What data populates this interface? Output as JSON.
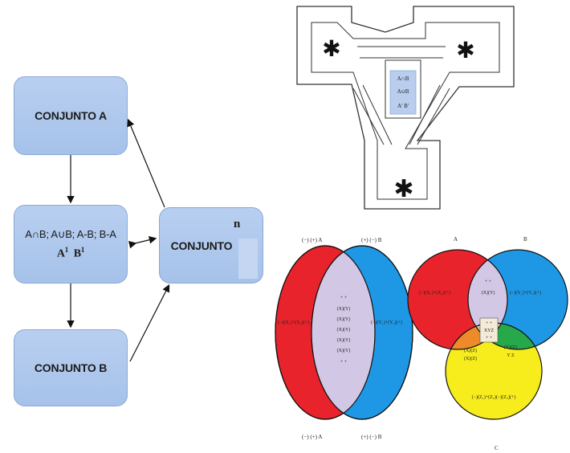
{
  "flow": {
    "set_a": "CONJUNTO A",
    "operations": "A∩B; A∪B; A-B; B-A",
    "complements": {
      "a": "A",
      "b": "B",
      "mark": "1"
    },
    "set_b": "CONJUNTO B",
    "set_n": "CONJUNTO",
    "set_n_sup": "n"
  },
  "maze": {
    "center_box": [
      "A∩B",
      "A∪B",
      "A' B'"
    ],
    "markers": [
      "✱",
      "✱",
      "✱"
    ]
  },
  "venn2": {
    "top_left": "(−) (+) A",
    "top_right": "(+) (−) B",
    "bottom_left": "(−) (+) A",
    "bottom_right": "(+) (−) B",
    "left_region": "(−)(X₁)+(X₂)(+)",
    "right_region": "(−)(Y₁)+(Y₂)(+)",
    "center_region": [
      "+ +",
      "(X)(Y)",
      "(X)(Y)",
      "(X)(Y)",
      "(X)(Y)",
      "(X)(Y)",
      "+ +"
    ],
    "colors": {
      "a": "#e8232b",
      "b": "#1e98e4",
      "intersection": "#d3c7e6"
    }
  },
  "venn3": {
    "label_a": "A",
    "label_b": "B",
    "label_c": "C",
    "a_region": "(−)(X₁)+(X₂)(+)",
    "b_region": "(−)(Y₁)+(Y₂)(+)",
    "c_region": "(−)(Z₁)+(Z₂)(−)(Z₃)(+)",
    "ab_region": [
      "+ +",
      "(X)(Y)"
    ],
    "ac_region": [
      "(X)(Z)",
      "(X)(Z)"
    ],
    "bc_region": [
      "(Y)(Z)",
      "Y Z"
    ],
    "abc_region": [
      "+ +",
      "XYZ",
      "+ +"
    ],
    "colors": {
      "a": "#e8232b",
      "b": "#1e98e4",
      "c": "#f7ec1c",
      "ab": "#d3c7e6",
      "ac": "#ef8a2a",
      "bc": "#27a84a",
      "abc": "#d8c6a8"
    }
  }
}
